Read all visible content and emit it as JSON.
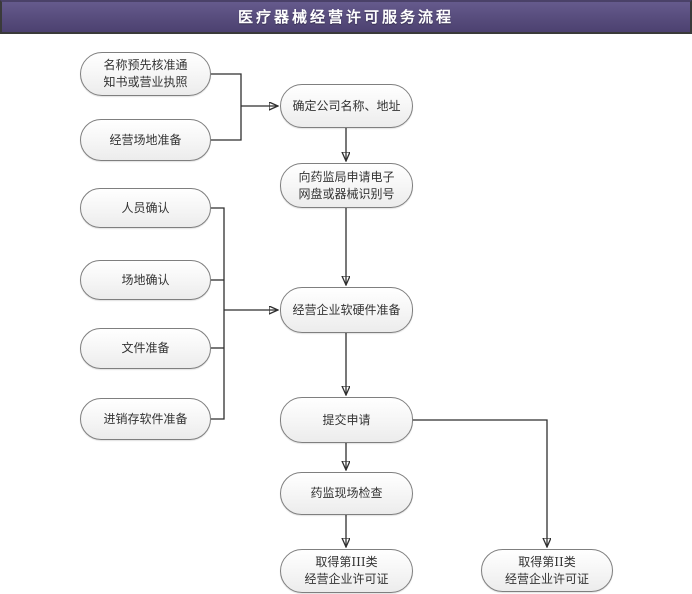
{
  "header": {
    "title": "医疗器械经营许可服务流程",
    "banner_color": "#574C7C",
    "banner_border_color": "#3A3A3A",
    "title_color": "#FFFFFF"
  },
  "styles": {
    "node_border_color": "#7F7F7F",
    "node_fill_top": "#FFFFFF",
    "node_fill_bottom": "#ECECEC",
    "node_text_color": "#333333",
    "connector_color": "#2F2F2F",
    "background_color": "#FFFFFF"
  },
  "nodes": {
    "l1": {
      "label": "名称预先核准通\n知书或营业执照"
    },
    "l2": {
      "label": "经营场地准备"
    },
    "l3": {
      "label": "人员确认"
    },
    "l4": {
      "label": "场地确认"
    },
    "l5": {
      "label": "文件准备"
    },
    "l6": {
      "label": "进销存软件准备"
    },
    "m1": {
      "label": "确定公司名称、地址"
    },
    "m2": {
      "label": "向药监局申请电子\n网盘或器械识别号"
    },
    "m3": {
      "label": "经营企业软硬件准备"
    },
    "m4": {
      "label": "提交申请"
    },
    "m5": {
      "label": "药监现场检查"
    },
    "m6": {
      "label": "取得第III类\n经营企业许可证"
    },
    "r1": {
      "label": "取得第II类\n经营企业许可证"
    }
  }
}
